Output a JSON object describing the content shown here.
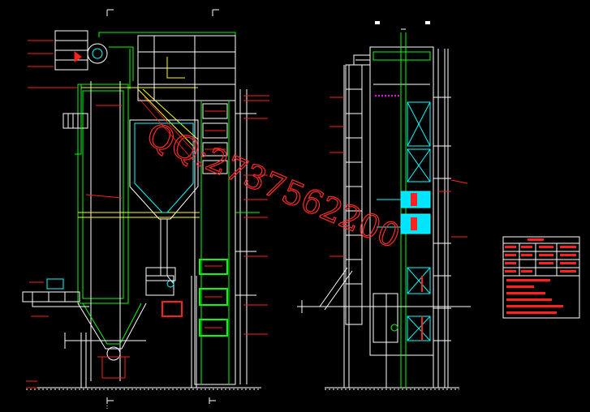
{
  "watermark": {
    "text": "QQ:2737562200",
    "color": "#ff2a2a"
  },
  "section_marks": {
    "left": "I",
    "right": "I"
  },
  "colors": {
    "white": "#ffffff",
    "red": "#ff2020",
    "green": "#00ff00",
    "yellow": "#ffff00",
    "cyan": "#00ffff",
    "magenta": "#ff00ff",
    "blue": "#3a6bff"
  },
  "title_block": {
    "rows": 6,
    "has_notes": true
  },
  "views": [
    {
      "name": "side-elevation"
    },
    {
      "name": "front-elevation"
    }
  ]
}
